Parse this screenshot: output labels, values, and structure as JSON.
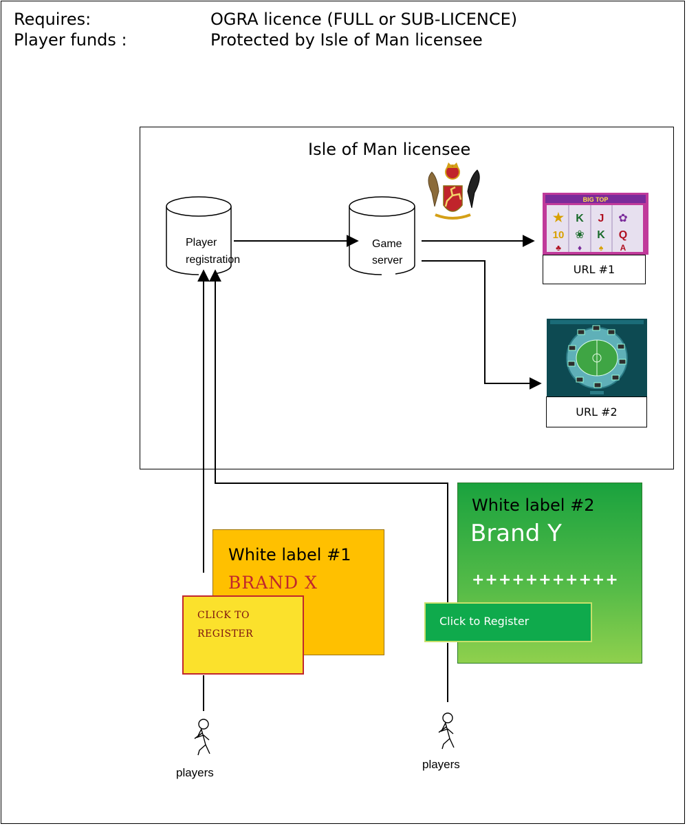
{
  "header": {
    "requires_label": "Requires:",
    "requires_value": "OGRA licence (FULL or SUB-LICENCE)",
    "funds_label": "Player funds :",
    "funds_value": "Protected by Isle of Man licensee"
  },
  "licensee": {
    "title": "Isle of Man licensee",
    "player_db": [
      "Player",
      "registration"
    ],
    "game_server": [
      "Game",
      "server"
    ],
    "url1": "URL #1",
    "url2": "URL #2"
  },
  "slot_reels": [
    "10",
    "K",
    "J",
    "K",
    "Q",
    "A"
  ],
  "slot_banner": "BIG TOP",
  "white_label_1": {
    "title": "White label #1",
    "brand": "BRAND X",
    "button": [
      "CLICK TO",
      "REGISTER"
    ]
  },
  "white_label_2": {
    "title": "White label #2",
    "brand": "Brand Y",
    "plus": "+++++++++++",
    "button": "Click to Register"
  },
  "players": [
    "players",
    "players"
  ],
  "colors": {
    "wl1_fill": "#ffc000",
    "wl1_brand": "#c0262d",
    "btn1_fill": "#fbe12c",
    "wl2_fill": "#1aa23e",
    "btn2_fill": "#0faa4c"
  }
}
